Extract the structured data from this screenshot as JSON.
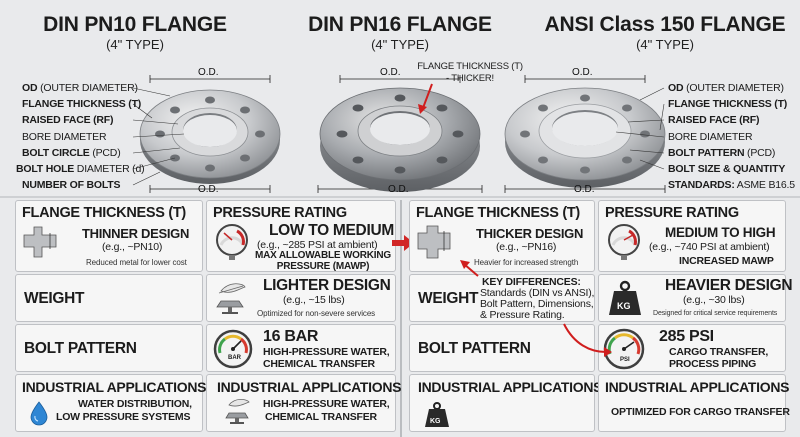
{
  "columns": [
    {
      "title": "DIN PN10 FLANGE",
      "subtitle": "(4\" TYPE)"
    },
    {
      "title": "DIN PN16 FLANGE",
      "subtitle": "(4\" TYPE)"
    },
    {
      "title": "ANSI Class 150 FLANGE",
      "subtitle": "(4\" TYPE)"
    }
  ],
  "left_labels": [
    {
      "bold": "OD",
      "rest": " (OUTER DIAMETER)"
    },
    {
      "bold": "FLANGE THICKNESS (T)",
      "rest": ""
    },
    {
      "bold": "RAISED FACE (RF)",
      "rest": ""
    },
    {
      "bold": "",
      "rest": "BORE DIAMETER"
    },
    {
      "bold": "BOLT CIRCLE",
      "rest": " (PCD)"
    },
    {
      "bold": "BOLT HOLE",
      "rest": " DIAMETER (d)"
    },
    {
      "bold": "NUMBER OF BOLTS",
      "rest": ""
    }
  ],
  "right_labels": [
    {
      "bold": "OD",
      "rest": " (OUTER DIAMETER)"
    },
    {
      "bold": "FLANGE THICKNESS (T)",
      "rest": ""
    },
    {
      "bold": "RAISED FACE (RF)",
      "rest": ""
    },
    {
      "bold": "",
      "rest": "BORE DIAMETER"
    },
    {
      "bold": "BOLT PATTERN",
      "rest": " (PCD)"
    },
    {
      "bold": "BOLT SIZE & QUANTITY",
      "rest": ""
    },
    {
      "bold": "STANDARDS:",
      "rest": " ASME B16.5"
    }
  ],
  "od_label": "O.D.",
  "pn16_callout": {
    "line1": "FLANGE THICKNESS (T)",
    "line2": "- THICKER!"
  },
  "left_table": {
    "thickness": {
      "title": "FLANGE THICKNESS (T)",
      "design": "THINNER DESIGN",
      "example": "(e.g., ~PN10)",
      "note": "Reduced metal for lower cost"
    },
    "pressure": {
      "title": "PRESSURE RATING",
      "level": "LOW TO MEDIUM",
      "detail": "(e.g., ~285 PSI at ambient)",
      "max1": "MAX ALLOWABLE WORKING",
      "max2": "PRESSURE (MAWP)"
    },
    "weight": {
      "title": "WEIGHT",
      "design": "LIGHTER DESIGN",
      "example": "(e.g., ~15 lbs)",
      "note": "Optimized for non-severe services"
    },
    "bolt": {
      "title": "BOLT PATTERN",
      "value": "16 BAR",
      "line1": "HIGH-PRESSURE WATER,",
      "line2": "CHEMICAL TRANSFER",
      "gauge_text": "BAR"
    },
    "apps_left": {
      "title": "INDUSTRIAL APPLICATIONS",
      "line1": "WATER DISTRIBUTION,",
      "line2": "LOW PRESSURE SYSTEMS"
    },
    "apps_right": {
      "title": "INDUSTRIAL APPLICATIONS",
      "line1": "HIGH-PRESSURE WATER,",
      "line2": "CHEMICAL TRANSFER"
    }
  },
  "right_table": {
    "thickness": {
      "title": "FLANGE THICKNESS (T)",
      "design": "THICKER DESIGN",
      "example": "(e.g., ~PN16)",
      "note": "Heavier for increased strength"
    },
    "pressure": {
      "title": "PRESSURE RATING",
      "level": "MEDIUM TO HIGH",
      "detail": "(e.g., ~740 PSI at ambient)",
      "note": "INCREASED MAWP"
    },
    "weight": {
      "title": "WEIGHT",
      "key_title": "KEY DIFFERENCES:",
      "key1": "Standards (DIN vs ANSI),",
      "key2": "Bolt Pattern, Dimensions,",
      "key3": "& Pressure Rating.",
      "design": "HEAVIER DESIGN",
      "example": "(e.g., ~30 lbs)",
      "note": "Designed for critical service requirements",
      "kg": "KG"
    },
    "bolt": {
      "title": "BOLT PATTERN",
      "value": "285 PSI",
      "line1": "CARGO TRANSFER,",
      "line2": "PROCESS PIPING",
      "gauge_text": "PSI"
    },
    "apps_left": {
      "title": "INDUSTRIAL APPLICATIONS",
      "kg": "KG"
    },
    "apps_right": {
      "title": "INDUSTRIAL APPLICATIONS",
      "line1": "OPTIMIZED FOR CARGO TRANSFER"
    }
  }
}
